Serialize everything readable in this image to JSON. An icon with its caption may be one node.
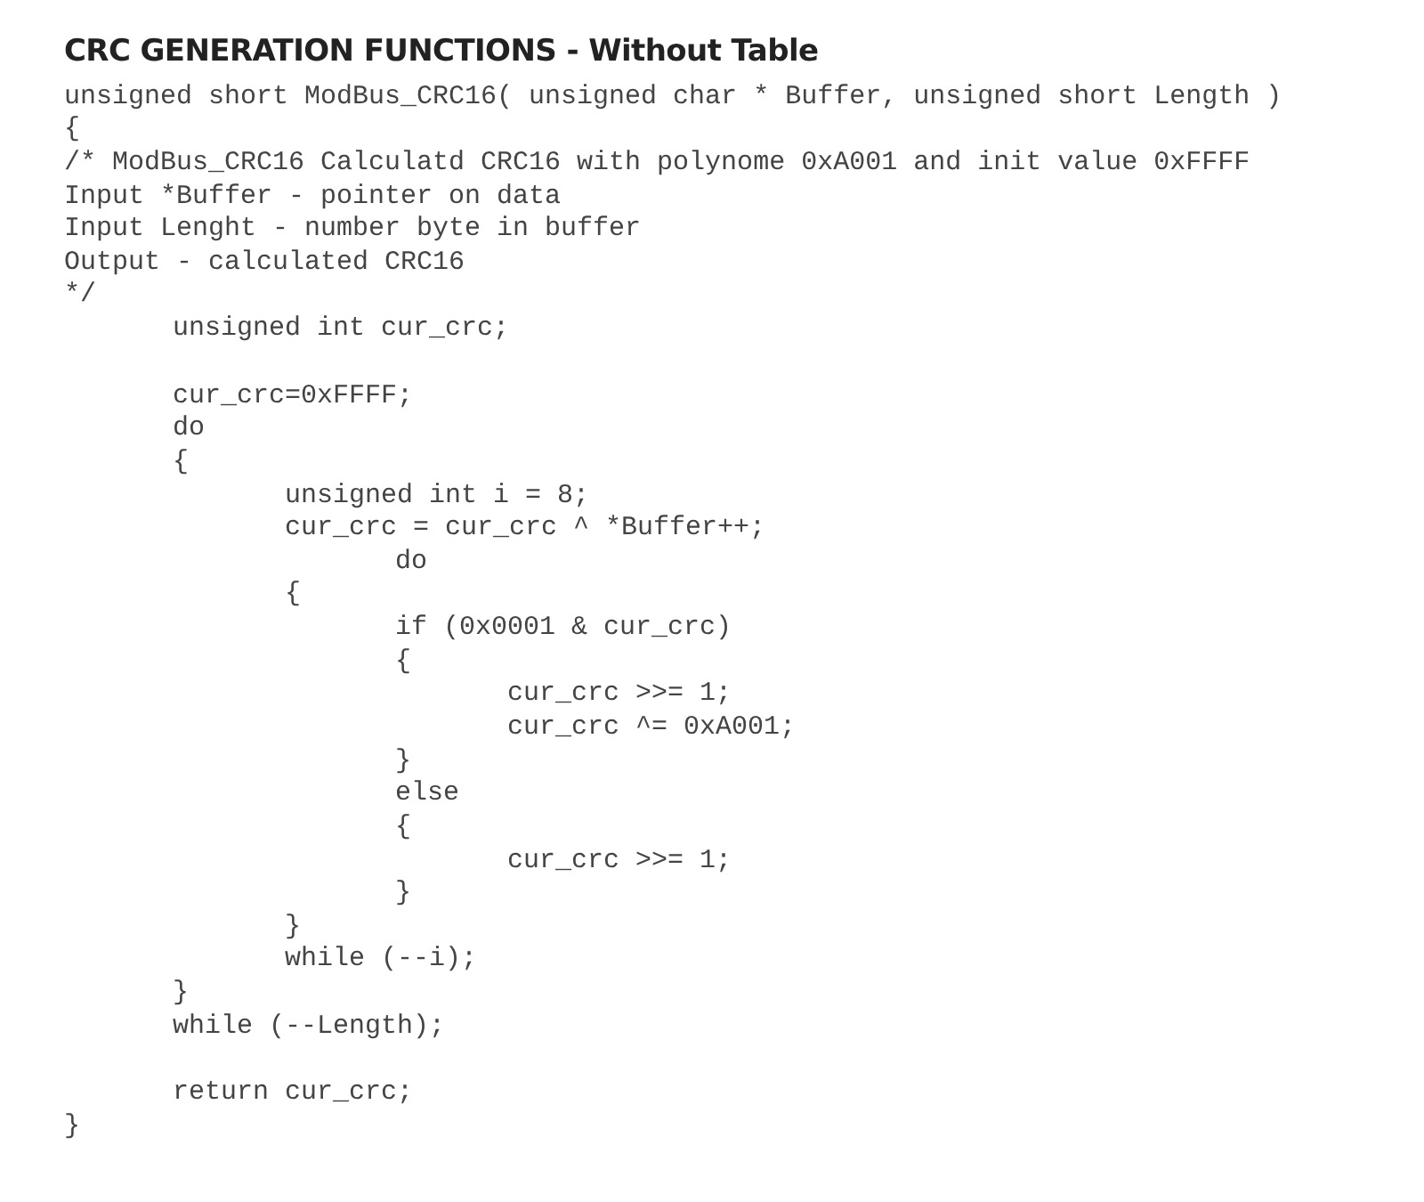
{
  "diagram": {
    "title": "CRC GENERATION FUNCTIONS - Without Table",
    "labels": [
      "unsigned short ModBus_CRC16( unsigned char * Buffer, unsigned short Length )",
      "{",
      "/* ModBus_CRC16 Calculatd CRC16 with polynome 0xA001 and init value 0xFFFF",
      "Input *Buffer - pointer on data",
      "Input Lenght - number byte in buffer",
      "Output - calculated CRC16",
      "*/",
      "unsigned int cur_crc;",
      "cur_crc=0xFFFF;",
      "do",
      "{",
      "unsigned int i = 8;",
      "cur_crc = cur_crc ^ *Buffer++;",
      "do",
      "{",
      "if (0x0001 & cur_crc)",
      "{",
      "cur_crc >>= 1;",
      "cur_crc ^= 0xA001;",
      "}",
      "else",
      "{",
      "cur_crc >>= 1;",
      "}",
      "}",
      "while (--i);",
      "}",
      "while (--Length);",
      "return cur_crc;",
      "}"
    ]
  }
}
